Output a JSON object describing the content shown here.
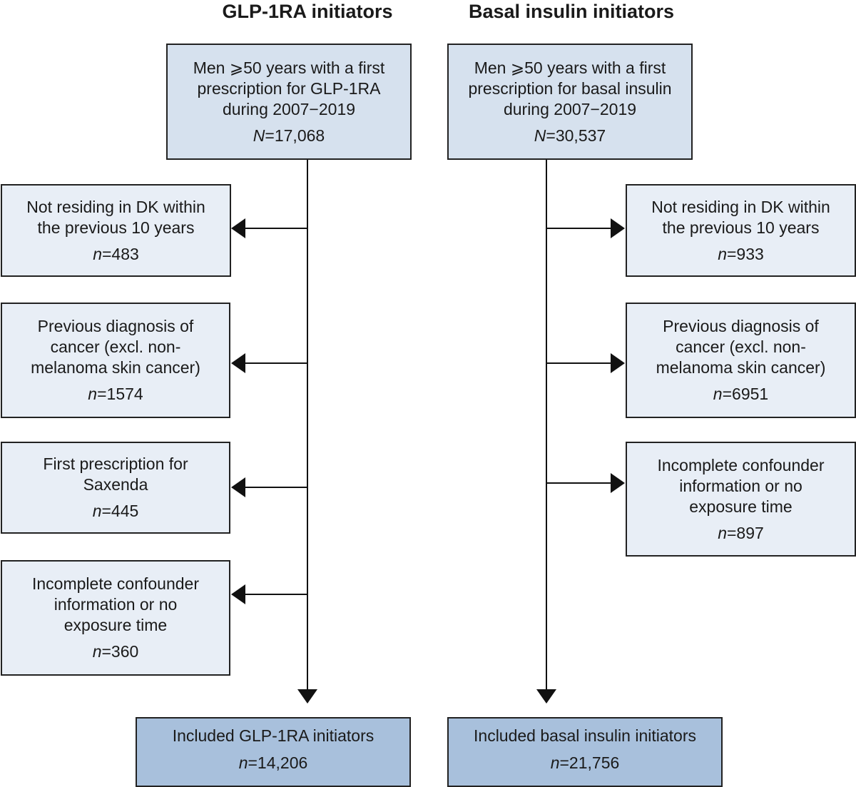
{
  "columns": {
    "left": {
      "heading": "GLP-1RA initiators",
      "start": {
        "text": "Men ⩾50 years with a first\nprescription for GLP-1RA\nduring 2007−2019",
        "count_label": "N",
        "count_value": "=17,068"
      },
      "exclusions": [
        {
          "text": "Not residing in DK within\nthe previous 10 years",
          "count_label": "n",
          "count_value": "=483"
        },
        {
          "text": "Previous diagnosis of\ncancer (excl. non-\nmelanoma skin cancer)",
          "count_label": "n",
          "count_value": "=1574"
        },
        {
          "text": "First prescription for\nSaxenda",
          "count_label": "n",
          "count_value": "=445"
        },
        {
          "text": "Incomplete confounder\ninformation or no\nexposure time",
          "count_label": "n",
          "count_value": "=360"
        }
      ],
      "final": {
        "text": "Included GLP-1RA initiators",
        "count_label": "n",
        "count_value": "=14,206"
      }
    },
    "right": {
      "heading": "Basal insulin initiators",
      "start": {
        "text": "Men ⩾50 years with a first\nprescription for basal insulin\nduring 2007−2019",
        "count_label": "N",
        "count_value": "=30,537"
      },
      "exclusions": [
        {
          "text": "Not residing in DK within\nthe previous 10 years",
          "count_label": "n",
          "count_value": "=933"
        },
        {
          "text": "Previous diagnosis of\ncancer (excl. non-\nmelanoma skin cancer)",
          "count_label": "n",
          "count_value": "=6951"
        },
        {
          "text": "Incomplete confounder\ninformation or no\nexposure time",
          "count_label": "n",
          "count_value": "=897"
        }
      ],
      "final": {
        "text": "Included basal insulin initiators",
        "count_label": "n",
        "count_value": "=21,756"
      }
    }
  },
  "colors": {
    "start_fill": "#d6e1ee",
    "exclusion_fill": "#e8eef6",
    "final_fill": "#a8c0dc",
    "line": "#111111"
  }
}
